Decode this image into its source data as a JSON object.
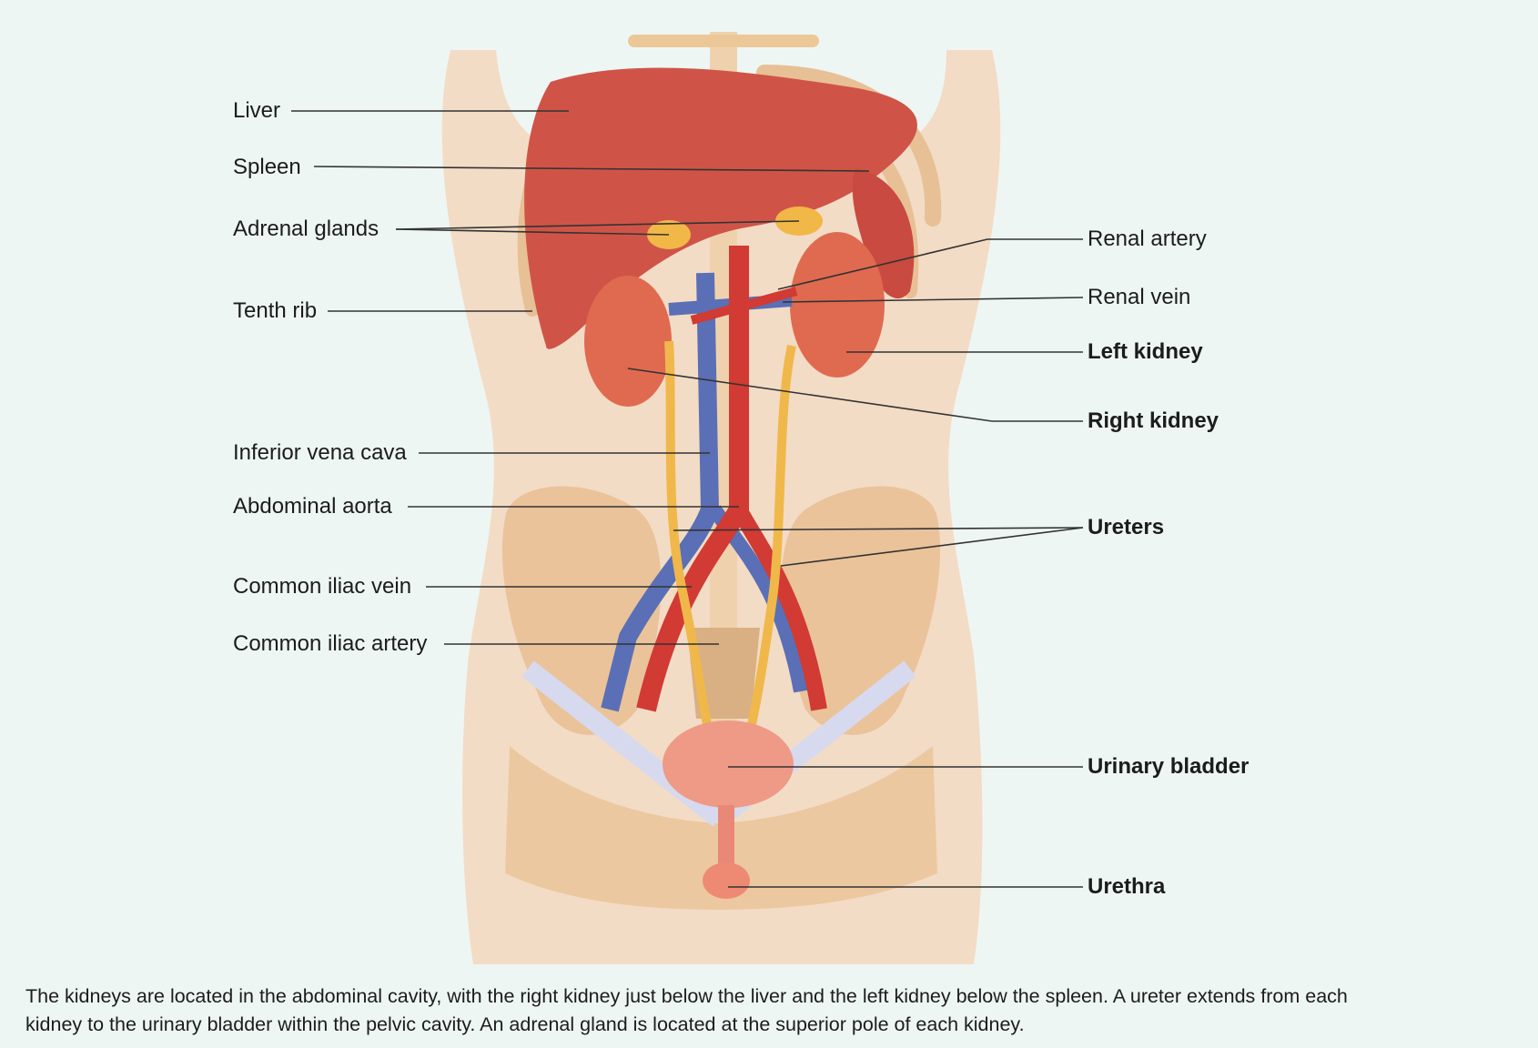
{
  "colors": {
    "background": "#eef6f4",
    "skin": "#f1c9a6",
    "organ_red": "#d9564a",
    "vein_blue": "#5a6fb5",
    "artery_red": "#d23a34",
    "ureter_yellow": "#f0b84a",
    "bone": "#e9c49a",
    "bladder": "#ee9a86"
  },
  "left_labels": {
    "liver": "Liver",
    "spleen": "Spleen",
    "adrenal_glands": "Adrenal glands",
    "tenth_rib": "Tenth rib",
    "inferior_vena_cava": "Inferior vena cava",
    "abdominal_aorta": "Abdominal aorta",
    "common_iliac_vein": "Common iliac vein",
    "common_iliac_artery": "Common iliac artery"
  },
  "right_labels": {
    "renal_artery": "Renal artery",
    "renal_vein": "Renal vein",
    "left_kidney": "Left kidney",
    "right_kidney": "Right kidney",
    "ureters": "Ureters",
    "urinary_bladder": "Urinary bladder",
    "urethra": "Urethra"
  },
  "caption": {
    "line1": "The kidneys are located in the abdominal cavity, with the right kidney just below the liver and the left kidney below the spleen. A ureter extends from each",
    "line2": "kidney to the urinary bladder within the pelvic cavity. An adrenal gland is located at the superior pole of each kidney."
  }
}
